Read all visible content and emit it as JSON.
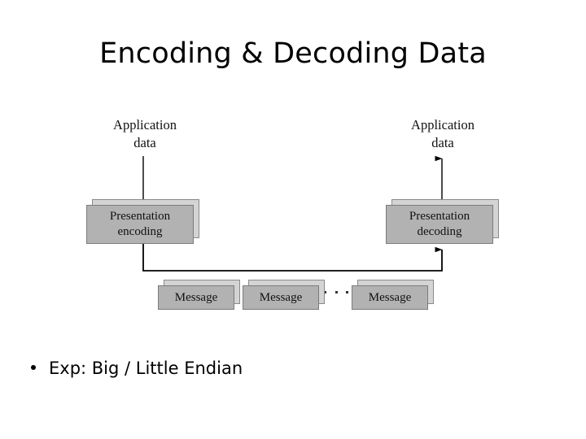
{
  "slide": {
    "title": "Encoding & Decoding Data",
    "background": "#ffffff"
  },
  "diagram": {
    "name": "encoding-decoding-flow",
    "colors": {
      "box_fill": "#b2b2b2",
      "box_top": "#cccccc",
      "box_side": "#d4d4d4",
      "box_border": "#7b7b7b",
      "line": "#000000",
      "text": "#111111"
    },
    "labels": {
      "app_left_line1": "Application",
      "app_left_line2": "data",
      "app_right_line1": "Application",
      "app_right_line2": "data"
    },
    "boxes": {
      "encoding_line1": "Presentation",
      "encoding_line2": "encoding",
      "decoding_line1": "Presentation",
      "decoding_line2": "decoding",
      "message_1": "Message",
      "message_2": "Message",
      "message_3": "Message",
      "ellipsis": "..."
    },
    "arrows": [
      {
        "name": "app-data-to-encoding",
        "direction": "down"
      },
      {
        "name": "encoding-to-decoding",
        "direction": "right-up"
      },
      {
        "name": "decoding-to-app-data",
        "direction": "up"
      }
    ]
  },
  "body": {
    "bullet_text": "Exp: Big / Little Endian",
    "bullet_glyph": "•"
  }
}
